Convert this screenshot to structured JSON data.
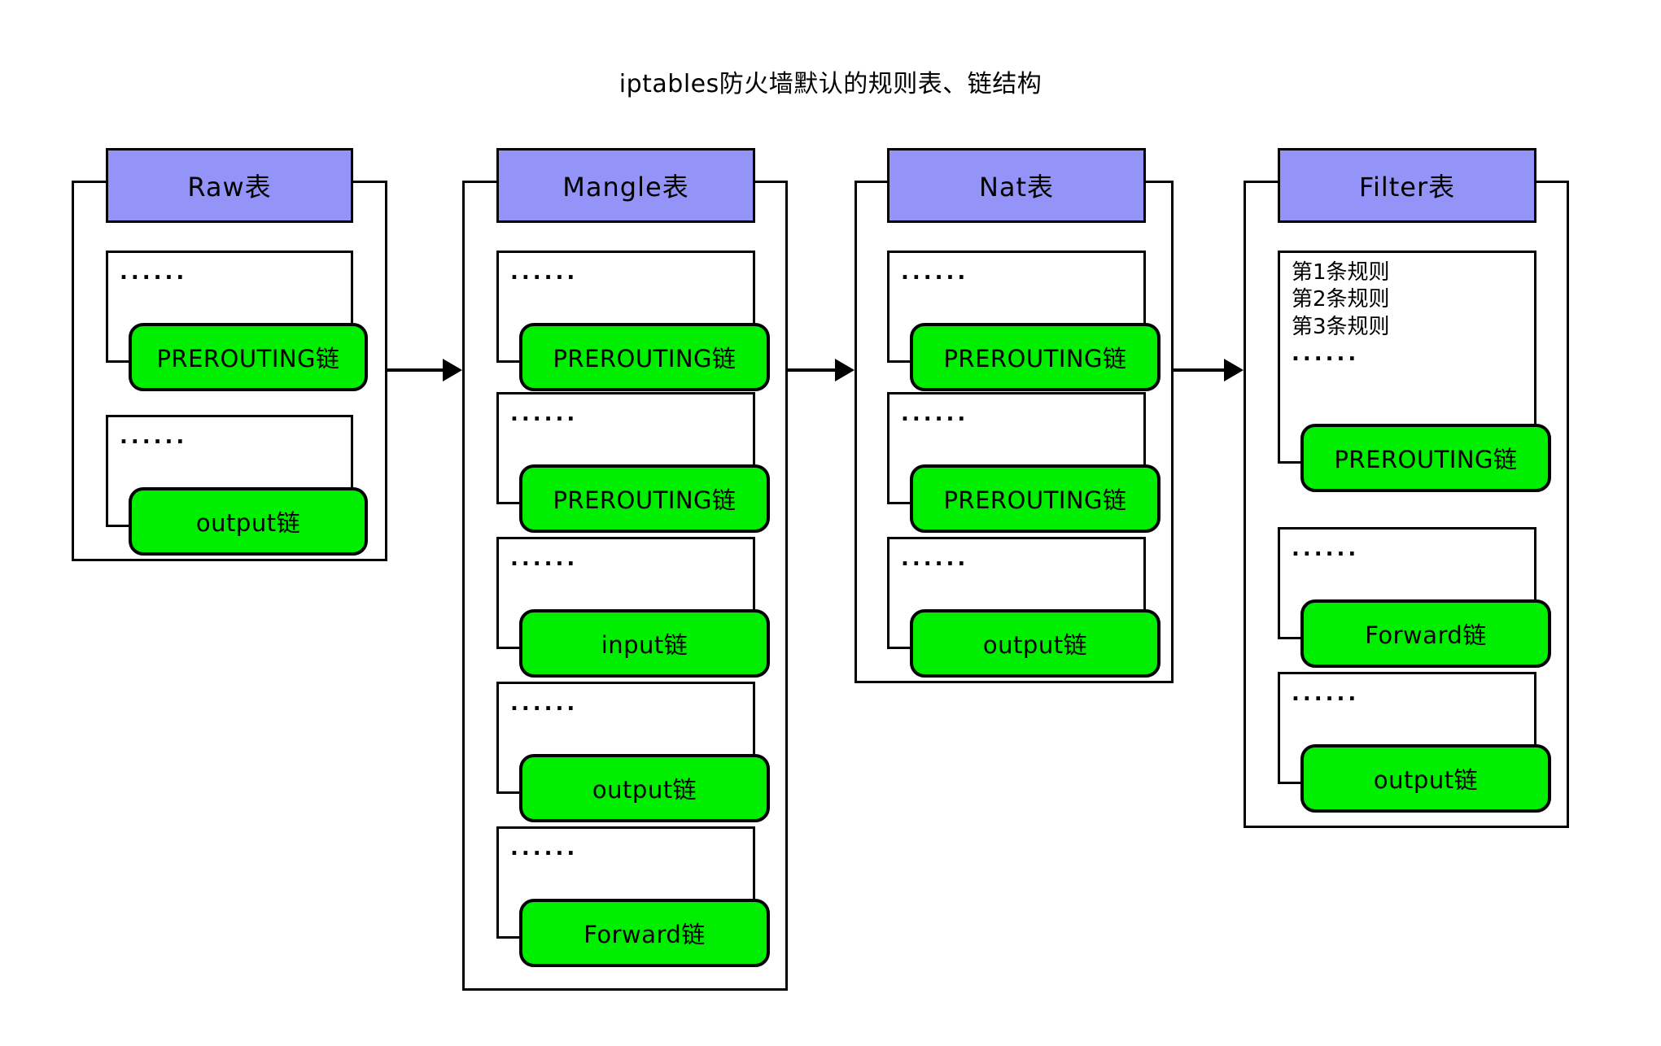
{
  "title": "iptables防火墙默认的规则表、链结构",
  "colors": {
    "header_fill": "#9494f8",
    "chain_fill": "#00ee00",
    "stroke": "#000000",
    "background": "#ffffff"
  },
  "ellipsis": "......",
  "tables": [
    {
      "id": "raw",
      "header": "Raw表",
      "chains": [
        {
          "name": "PREROUTING链",
          "rules": [
            "......"
          ]
        },
        {
          "name": "output链",
          "rules": [
            "......"
          ]
        }
      ]
    },
    {
      "id": "mangle",
      "header": "Mangle表",
      "chains": [
        {
          "name": "PREROUTING链",
          "rules": [
            "......"
          ]
        },
        {
          "name": "PREROUTING链",
          "rules": [
            "......"
          ]
        },
        {
          "name": "input链",
          "rules": [
            "......"
          ]
        },
        {
          "name": "output链",
          "rules": [
            "......"
          ]
        },
        {
          "name": "Forward链",
          "rules": [
            "......"
          ]
        }
      ]
    },
    {
      "id": "nat",
      "header": "Nat表",
      "chains": [
        {
          "name": "PREROUTING链",
          "rules": [
            "......"
          ]
        },
        {
          "name": "PREROUTING链",
          "rules": [
            "......"
          ]
        },
        {
          "name": "output链",
          "rules": [
            "......"
          ]
        }
      ]
    },
    {
      "id": "filter",
      "header": "Filter表",
      "chains": [
        {
          "name": "PREROUTING链",
          "rules": [
            "第1条规则",
            "第2条规则",
            "第3条规则",
            "......"
          ]
        },
        {
          "name": "Forward链",
          "rules": [
            "......"
          ]
        },
        {
          "name": "output链",
          "rules": [
            "......"
          ]
        }
      ]
    }
  ],
  "arrows": [
    {
      "from": "raw",
      "to": "mangle"
    },
    {
      "from": "mangle",
      "to": "nat"
    },
    {
      "from": "nat",
      "to": "filter"
    }
  ]
}
